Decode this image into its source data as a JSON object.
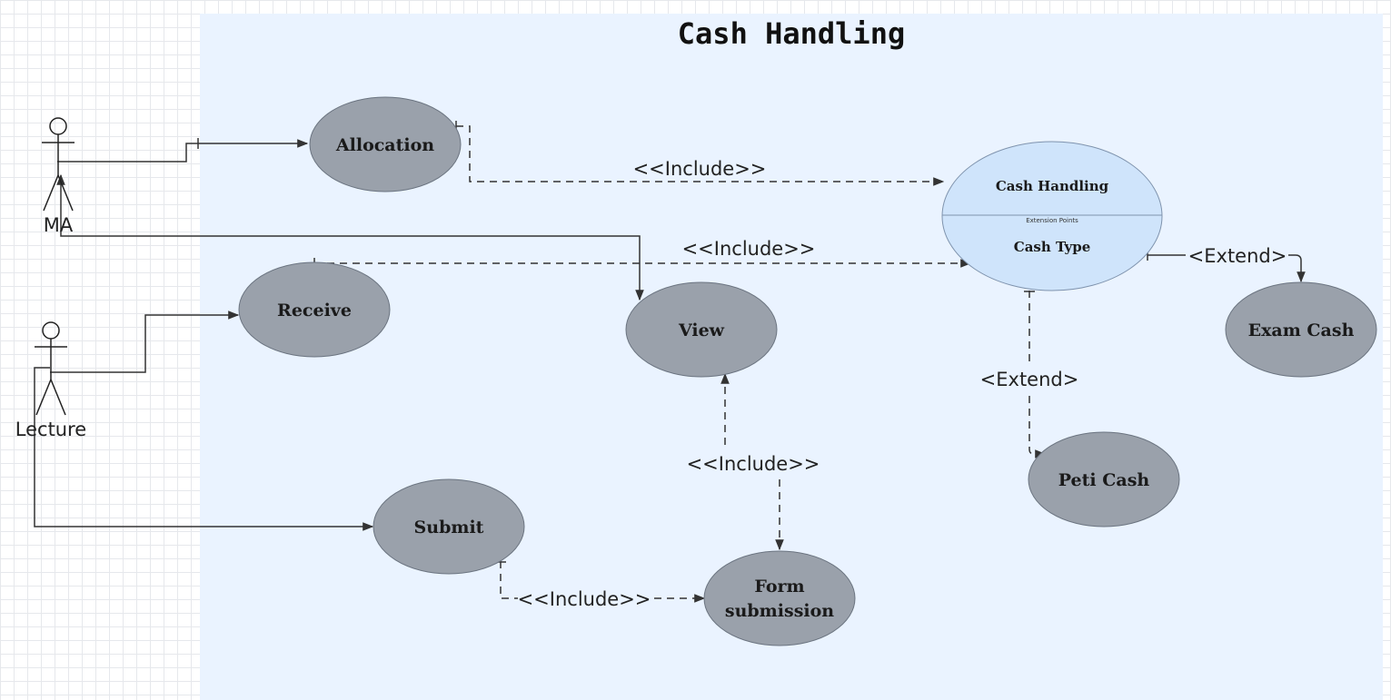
{
  "title": "Cash Handling",
  "actors": {
    "ma": "MA",
    "lecture": "Lecture"
  },
  "use_cases": {
    "allocation": "Allocation",
    "receive": "Receive",
    "view": "View",
    "submit": "Submit",
    "form_submission_line1": "Form",
    "form_submission_line2": "submission",
    "exam_cash": "Exam Cash",
    "peti_cash": "Peti Cash"
  },
  "hub": {
    "name": "Cash Handling",
    "extension_points_heading": "Extension Points",
    "extension_point": "Cash Type"
  },
  "relations": {
    "allocation_include": "<<Include>>",
    "receive_include": "<<Include>>",
    "view_form_include": "<<Include>>",
    "submit_include": "<<Include>>",
    "exam_extend": "<Extend>",
    "peti_extend": "<Extend>"
  },
  "colors": {
    "canvas": "#eaf3ff",
    "use_case_fill": "#9aa1ab",
    "hub_fill": "#cfe4fb"
  }
}
